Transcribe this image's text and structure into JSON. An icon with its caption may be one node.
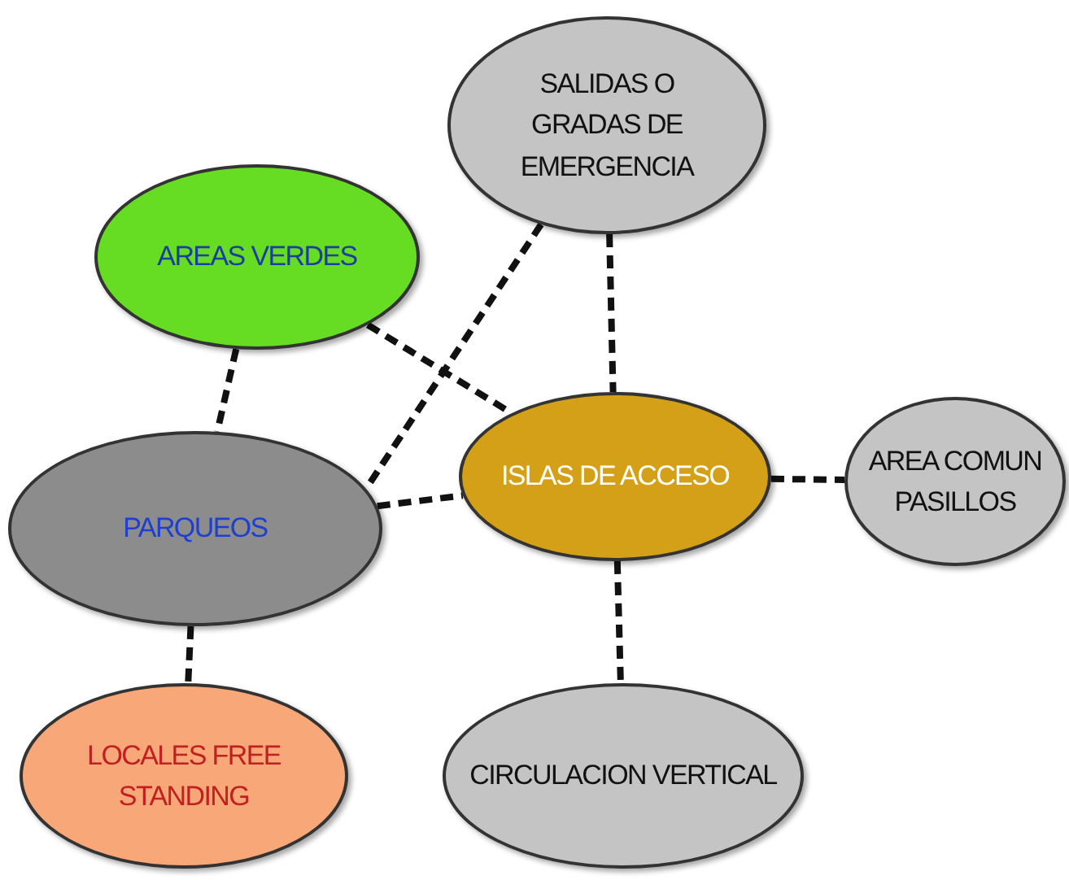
{
  "diagram": {
    "nodes": [
      {
        "text": [
          "SALIDAS O GRADAS DE EMERGENCIA"
        ]
      },
      {
        "text": [
          "AREAS VERDES"
        ]
      },
      {
        "text": [
          "ISLAS DE ACCESO"
        ]
      },
      {
        "text": [
          "AREA COMUN PASILLOS"
        ]
      },
      {
        "text": [
          "PARQUEOS"
        ]
      },
      {
        "text": [
          "LOCALES FREE STANDING"
        ]
      },
      {
        "text": [
          "CIRCULACION VERTICAL"
        ]
      }
    ],
    "edges": [
      {
        "from": 0,
        "to": 2,
        "arrow": "none",
        "style": "dashed"
      },
      {
        "from": 0,
        "to": 4,
        "arrow": "none",
        "style": "dashed"
      },
      {
        "from": 1,
        "to": 2,
        "arrow": "none",
        "style": "dashed"
      },
      {
        "from": 1,
        "to": 4,
        "arrow": "none",
        "style": "dashed"
      },
      {
        "from": 4,
        "to": 2,
        "arrow": "none",
        "style": "dashed"
      },
      {
        "from": 2,
        "to": 3,
        "arrow": "none",
        "style": "dashed"
      },
      {
        "from": 2,
        "to": 6,
        "arrow": "none",
        "style": "dashed"
      },
      {
        "from": 4,
        "to": 5,
        "arrow": "none",
        "style": "dashed"
      }
    ]
  }
}
